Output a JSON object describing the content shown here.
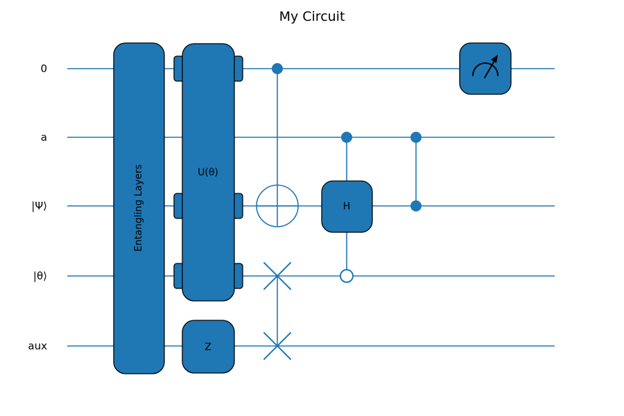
{
  "title": "My Circuit",
  "colors": {
    "accent": "#1f77b4",
    "wire": "#1f77b4",
    "edge": "#000000",
    "background": "#ffffff"
  },
  "wires": [
    {
      "label": "0"
    },
    {
      "label": "a"
    },
    {
      "label": "|Ψ⟩"
    },
    {
      "label": "|θ⟩"
    },
    {
      "label": "aux"
    }
  ],
  "gates": {
    "entangling_layers": {
      "label": "Entangling Layers",
      "wires": [
        "0",
        "a",
        "|Ψ⟩",
        "|θ⟩",
        "aux"
      ]
    },
    "u_theta": {
      "label": "U(θ)",
      "wires": [
        "0",
        "|Ψ⟩",
        "|θ⟩"
      ]
    },
    "z": {
      "label": "Z",
      "wires": [
        "aux"
      ]
    },
    "cnot": {
      "control": "0",
      "target": "|Ψ⟩"
    },
    "swap": {
      "wires": [
        "|θ⟩",
        "aux"
      ]
    },
    "controlled_h": {
      "label": "H",
      "target": "|Ψ⟩",
      "control": "a",
      "open_control": "|θ⟩"
    },
    "cz": {
      "wires": [
        "a",
        "|Ψ⟩"
      ]
    },
    "measurement": {
      "wire": "0"
    }
  }
}
